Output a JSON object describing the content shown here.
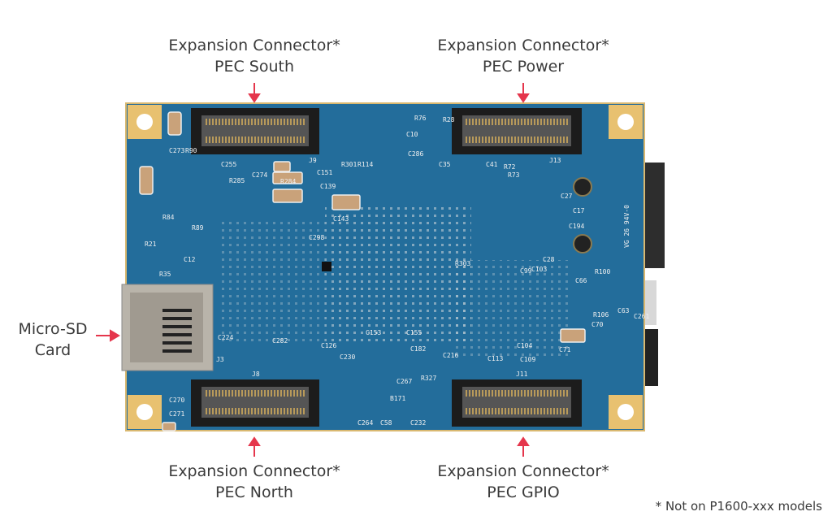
{
  "labels": {
    "pec_south": {
      "line1": "Expansion Connector*",
      "line2": "PEC South"
    },
    "pec_power": {
      "line1": "Expansion Connector*",
      "line2": "PEC Power"
    },
    "pec_north": {
      "line1": "Expansion Connector*",
      "line2": "PEC North"
    },
    "pec_gpio": {
      "line1": "Expansion Connector*",
      "line2": "PEC GPIO"
    },
    "micro_sd": {
      "line1": "Micro-SD",
      "line2": "Card"
    }
  },
  "footnote": "* Not on P1600-xxx models",
  "silkscreen": {
    "j9": "J9",
    "j13": "J13",
    "j8": "J8",
    "j11": "J11",
    "j3": "J3",
    "parts": [
      "C273",
      "R90",
      "C255",
      "C274",
      "R284",
      "R285",
      "C151",
      "C143",
      "C139",
      "R301",
      "R114",
      "C10",
      "R28",
      "C286",
      "R76",
      "C35",
      "C41",
      "R72",
      "R73",
      "C27",
      "C17",
      "C194",
      "R100",
      "C66",
      "C63",
      "R106",
      "C70",
      "C71",
      "C261",
      "C298",
      "C153",
      "C155",
      "C182",
      "C216",
      "R327",
      "C267",
      "B171",
      "C232",
      "C264",
      "C58",
      "C270",
      "C271",
      "C230",
      "C126",
      "R303",
      "C103",
      "C28",
      "C99",
      "C104",
      "C109",
      "C113",
      "C224",
      "C282",
      "R21",
      "R84",
      "R89",
      "C12",
      "R35"
    ],
    "board_marking": "VG 26 94V-0"
  },
  "colors": {
    "arrow": "#e5364c",
    "board": "#236d9b",
    "pad": "#e8c170",
    "text": "#3a3a3a"
  }
}
